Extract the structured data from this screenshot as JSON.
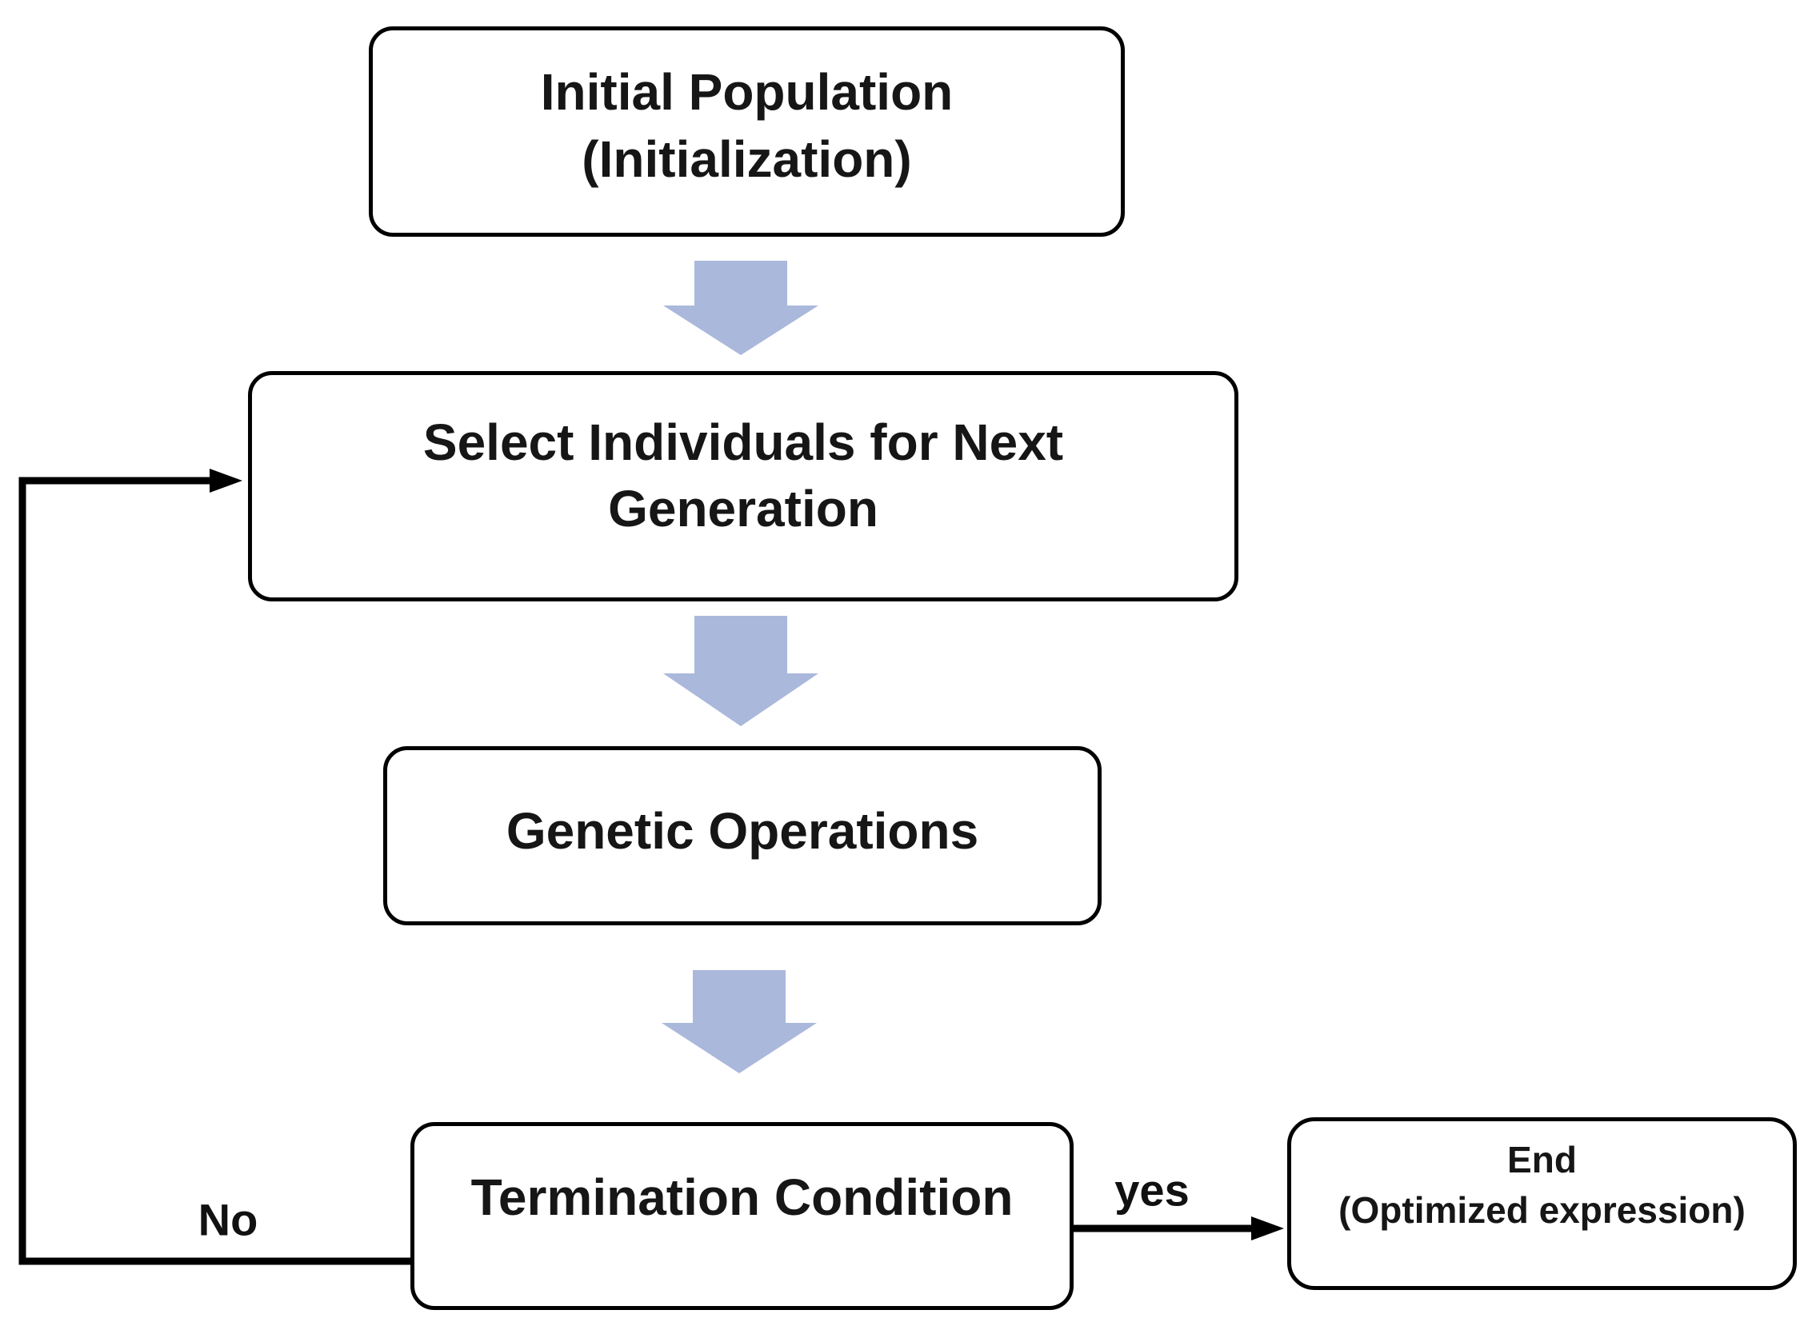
{
  "diagram": {
    "nodes": {
      "initial": {
        "line1": "Initial Population",
        "line2": "(Initialization)"
      },
      "select": {
        "line1": "Select Individuals for Next",
        "line2": "Generation"
      },
      "genetic": {
        "line1": "Genetic Operations"
      },
      "termination": {
        "line1": "Termination Condition"
      },
      "end": {
        "line1": "End",
        "line2": "(Optimized expression)"
      }
    },
    "labels": {
      "yes": "yes",
      "no": "No"
    },
    "colors": {
      "block_arrow": "#aab8dc",
      "connector": "#000000",
      "node_border": "#000000",
      "node_fill": "#ffffff",
      "text": "#161616",
      "background": "#ffffff"
    }
  }
}
